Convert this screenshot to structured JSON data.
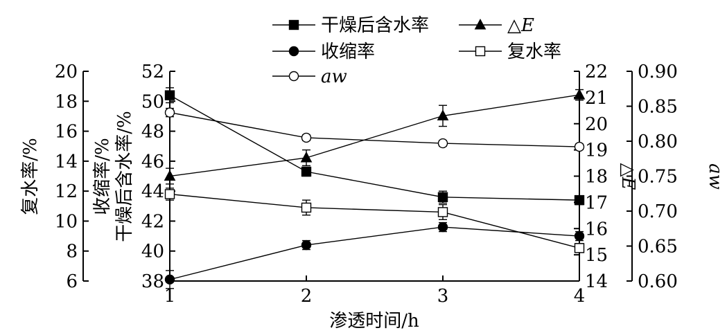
{
  "chart_data": {
    "type": "line",
    "x": [
      1,
      2,
      3,
      4
    ],
    "xlabel": "渗透时间/h",
    "xlim": [
      1,
      4
    ],
    "axes": {
      "fuShui": {
        "label": "复水率/%",
        "lim": [
          6,
          20
        ],
        "ticks": [
          6,
          8,
          10,
          12,
          14,
          16,
          18,
          20
        ]
      },
      "main": {
        "label_lines": [
          "收缩率/%",
          "干燥后含水率/%"
        ],
        "lim": [
          38,
          52
        ],
        "ticks": [
          38,
          40,
          42,
          44,
          46,
          48,
          50,
          52
        ]
      },
      "deltaE": {
        "label": "△E",
        "lim": [
          14,
          22
        ],
        "ticks": [
          14,
          15,
          16,
          17,
          18,
          19,
          20,
          21,
          22
        ]
      },
      "aw": {
        "label": "aw",
        "lim": [
          0.6,
          0.9
        ],
        "ticks": [
          "0.60",
          "0.65",
          "0.70",
          "0.75",
          "0.80",
          "0.85",
          "0.90"
        ]
      }
    },
    "series": [
      {
        "key": "moisture",
        "name": "干燥后含水率",
        "axis": "main",
        "marker": "square-filled",
        "values": [
          50.4,
          45.3,
          43.6,
          43.4
        ],
        "errors": [
          0.5,
          0.3,
          0.4,
          0.3
        ]
      },
      {
        "key": "shrink",
        "name": "收缩率",
        "axis": "main",
        "marker": "circle-filled",
        "values": [
          38.1,
          40.4,
          41.6,
          41.0
        ],
        "errors": [
          0.6,
          0.3,
          0.3,
          0.3
        ]
      },
      {
        "key": "aw",
        "name": "aw",
        "axis": "aw",
        "marker": "circle-open",
        "values": [
          0.841,
          0.805,
          0.797,
          0.792
        ],
        "errors": [
          0.006,
          0.004,
          0.004,
          0.004
        ]
      },
      {
        "key": "deltaE",
        "name": "△E",
        "axis": "deltaE",
        "marker": "triangle-filled",
        "values": [
          18.0,
          18.7,
          20.3,
          21.1
        ],
        "errors": [
          0.3,
          0.3,
          0.4,
          0.2
        ]
      },
      {
        "key": "fushui",
        "name": "复水率",
        "axis": "fuShui",
        "marker": "square-open",
        "values": [
          11.8,
          10.9,
          10.6,
          8.2
        ],
        "errors": [
          0.4,
          0.5,
          0.5,
          0.3
        ]
      }
    ],
    "legend": [
      {
        "key": "moisture",
        "label": "干燥后含水率"
      },
      {
        "key": "deltaE",
        "label": "△E"
      },
      {
        "key": "shrink",
        "label": "收缩率"
      },
      {
        "key": "fushui",
        "label": "复水率"
      },
      {
        "key": "aw",
        "label": "aw"
      }
    ],
    "legend_placement": "top",
    "grid": false,
    "x_ticks": [
      1,
      2,
      3,
      4
    ]
  }
}
